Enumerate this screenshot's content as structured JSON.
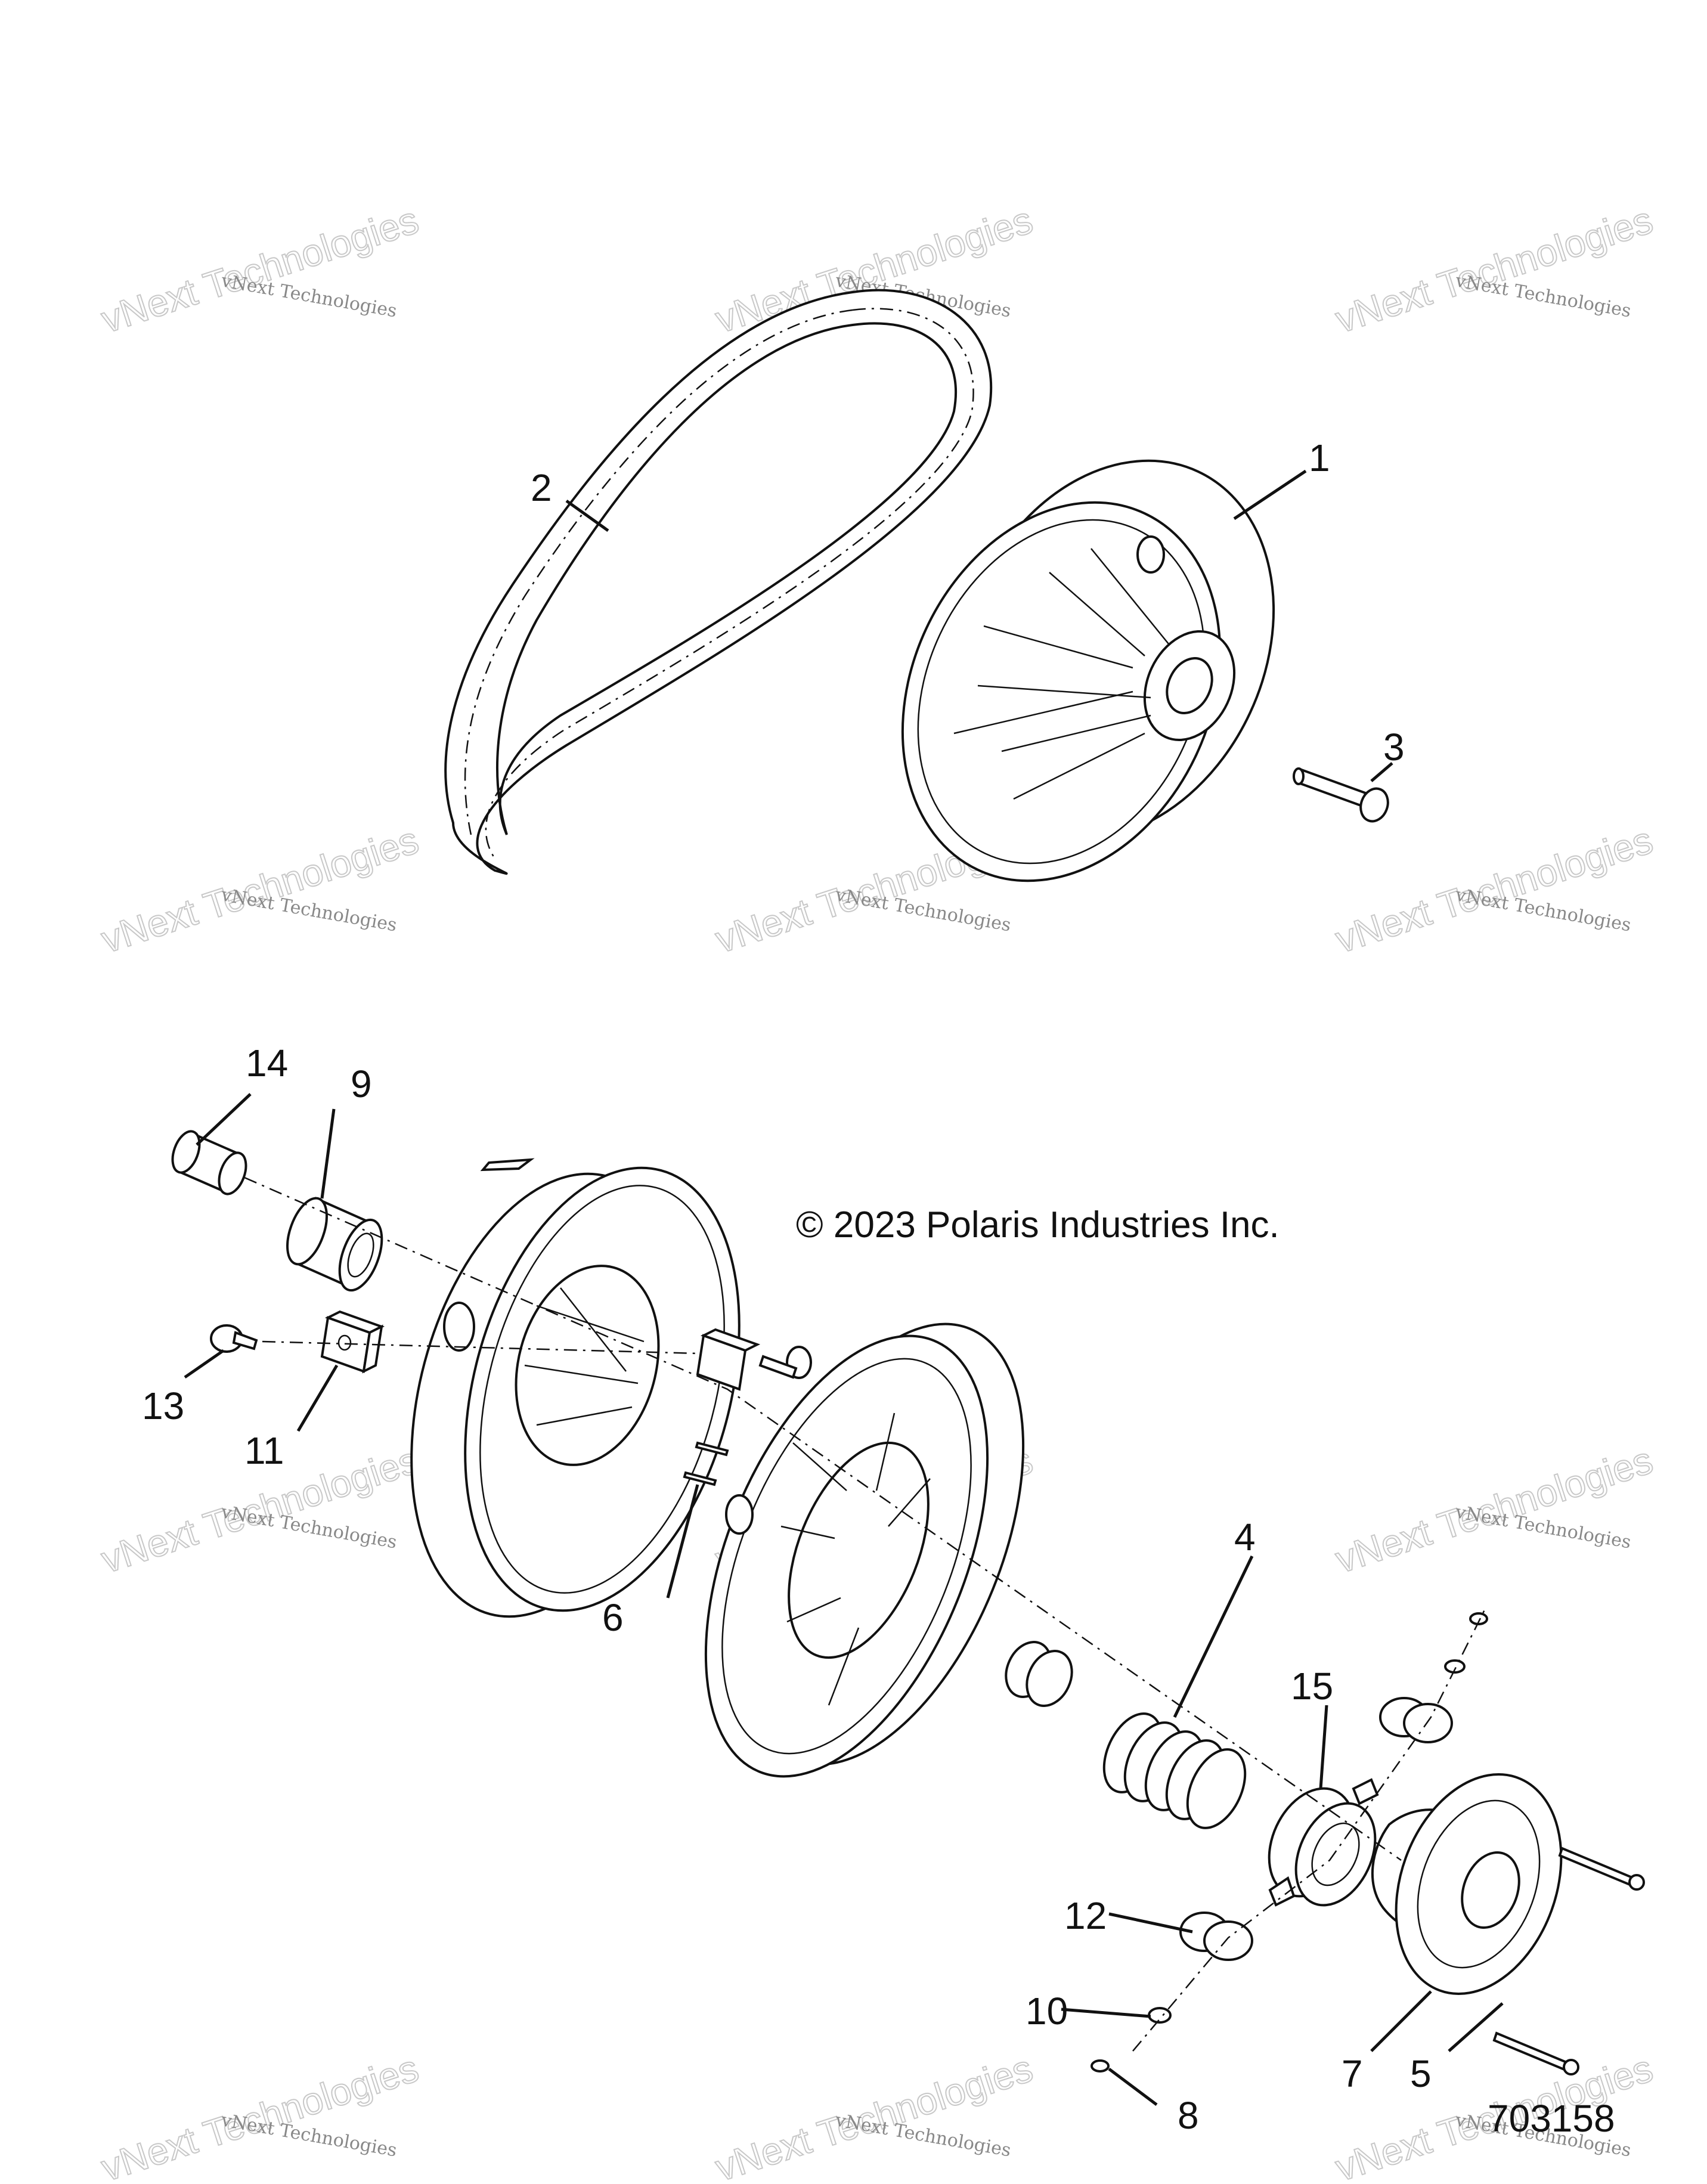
{
  "copyright": "© 2023 Polaris Industries Inc.",
  "drawing_number": "703158",
  "watermark": {
    "small": "vNext Technologies",
    "large": "vNext Technologies"
  },
  "callouts": [
    "1",
    "2",
    "3",
    "4",
    "5",
    "6",
    "7",
    "8",
    "9",
    "10",
    "11",
    "12",
    "13",
    "14",
    "15"
  ]
}
